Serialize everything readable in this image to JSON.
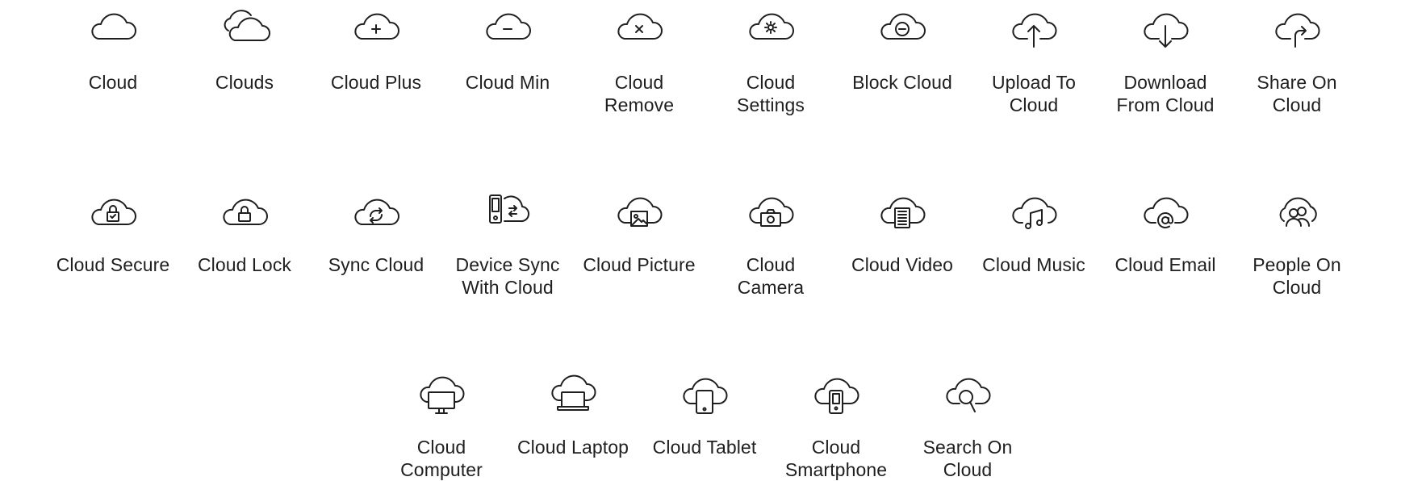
{
  "icons": [
    {
      "label": "Cloud",
      "icon": "cloud-icon"
    },
    {
      "label": "Clouds",
      "icon": "clouds-icon"
    },
    {
      "label": "Cloud Plus",
      "icon": "cloud-plus-icon"
    },
    {
      "label": "Cloud Min",
      "icon": "cloud-min-icon"
    },
    {
      "label": "Cloud\nRemove",
      "icon": "cloud-remove-icon"
    },
    {
      "label": "Cloud\nSettings",
      "icon": "cloud-settings-icon"
    },
    {
      "label": "Block Cloud",
      "icon": "block-cloud-icon"
    },
    {
      "label": "Upload To\nCloud",
      "icon": "upload-to-cloud-icon"
    },
    {
      "label": "Download\nFrom Cloud",
      "icon": "download-from-cloud-icon"
    },
    {
      "label": "Share On\nCloud",
      "icon": "share-on-cloud-icon"
    },
    {
      "label": "Cloud Secure",
      "icon": "cloud-secure-icon"
    },
    {
      "label": "Cloud Lock",
      "icon": "cloud-lock-icon"
    },
    {
      "label": "Sync Cloud",
      "icon": "sync-cloud-icon"
    },
    {
      "label": "Device Sync\nWith Cloud",
      "icon": "device-sync-with-cloud-icon"
    },
    {
      "label": "Cloud Picture",
      "icon": "cloud-picture-icon"
    },
    {
      "label": "Cloud\nCamera",
      "icon": "cloud-camera-icon"
    },
    {
      "label": "Cloud Video",
      "icon": "cloud-video-icon"
    },
    {
      "label": "Cloud Music",
      "icon": "cloud-music-icon"
    },
    {
      "label": "Cloud Email",
      "icon": "cloud-email-icon"
    },
    {
      "label": "People On\nCloud",
      "icon": "people-on-cloud-icon"
    },
    {
      "label": "Cloud\nComputer",
      "icon": "cloud-computer-icon"
    },
    {
      "label": "Cloud Laptop",
      "icon": "cloud-laptop-icon"
    },
    {
      "label": "Cloud Tablet",
      "icon": "cloud-tablet-icon"
    },
    {
      "label": "Cloud\nSmartphone",
      "icon": "cloud-smartphone-icon"
    },
    {
      "label": "Search On\nCloud",
      "icon": "search-on-cloud-icon"
    }
  ]
}
